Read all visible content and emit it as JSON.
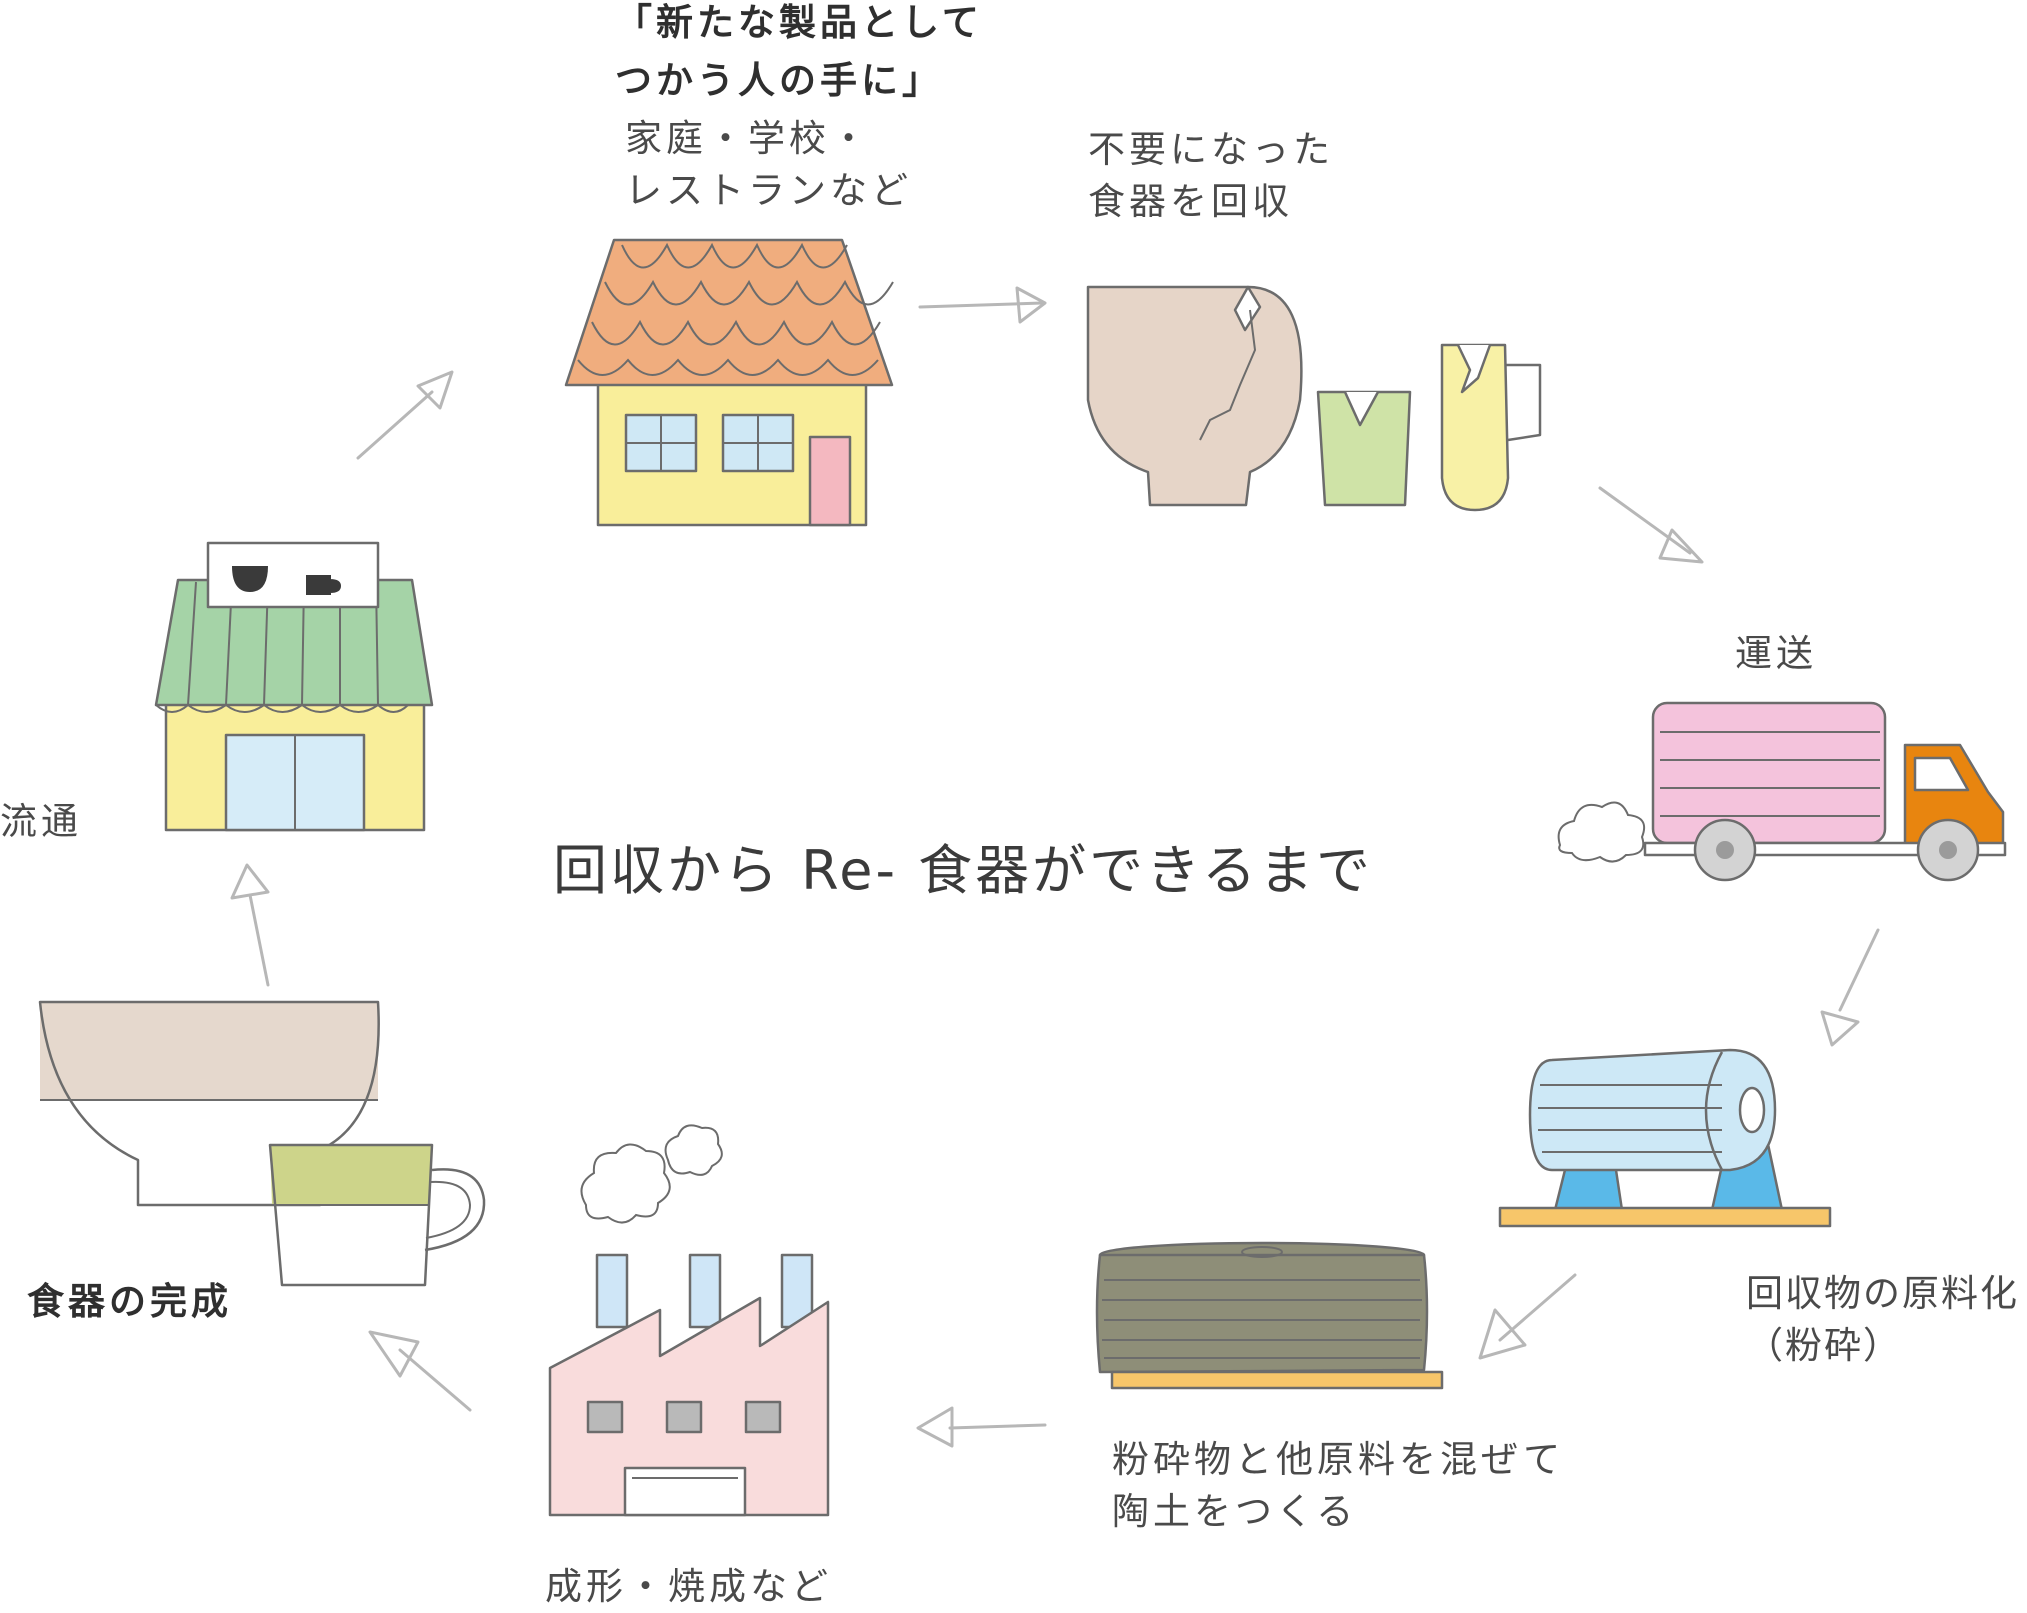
{
  "title": "回収から Re- 食器ができるまで",
  "steps": {
    "home": {
      "heading": "「新たな製品として\nつかう人の手に」",
      "label": "家庭・学校・\nレストランなど"
    },
    "collect": {
      "label": "不要になった\n食器を回収"
    },
    "transport": {
      "label": "運送"
    },
    "crush": {
      "label": "回収物の原料化\n（粉砕）"
    },
    "clay": {
      "label": "粉砕物と他原料を混ぜて\n陶土をつくる"
    },
    "firing": {
      "label": "成形・焼成など"
    },
    "complete": {
      "label": "食器の完成"
    },
    "distribution": {
      "label": "流通"
    }
  },
  "colors": {
    "roof": "#f0ad7e",
    "house_wall": "#f9ee9a",
    "window": "#cfe8f5",
    "door": "#f4b8c0",
    "bowl_broken": "#e6d5c8",
    "cup_green": "#cfe3a7",
    "mug_yellow": "#f8f1a6",
    "truck_box": "#f4c3dc",
    "truck_cab": "#e8850f",
    "mill_drum": "#cde8f6",
    "mill_stand": "#5ab9e8",
    "base": "#f7c66a",
    "clay": "#8e8e78",
    "factory": "#f9dcdc",
    "chimney": "#cfe6f7",
    "bowl_top": "#e5d8cd",
    "cup_top": "#cdd48a",
    "awning": "#a5d3a7",
    "shop_wall": "#f9ee9a",
    "shop_door": "#d6ecf8"
  }
}
